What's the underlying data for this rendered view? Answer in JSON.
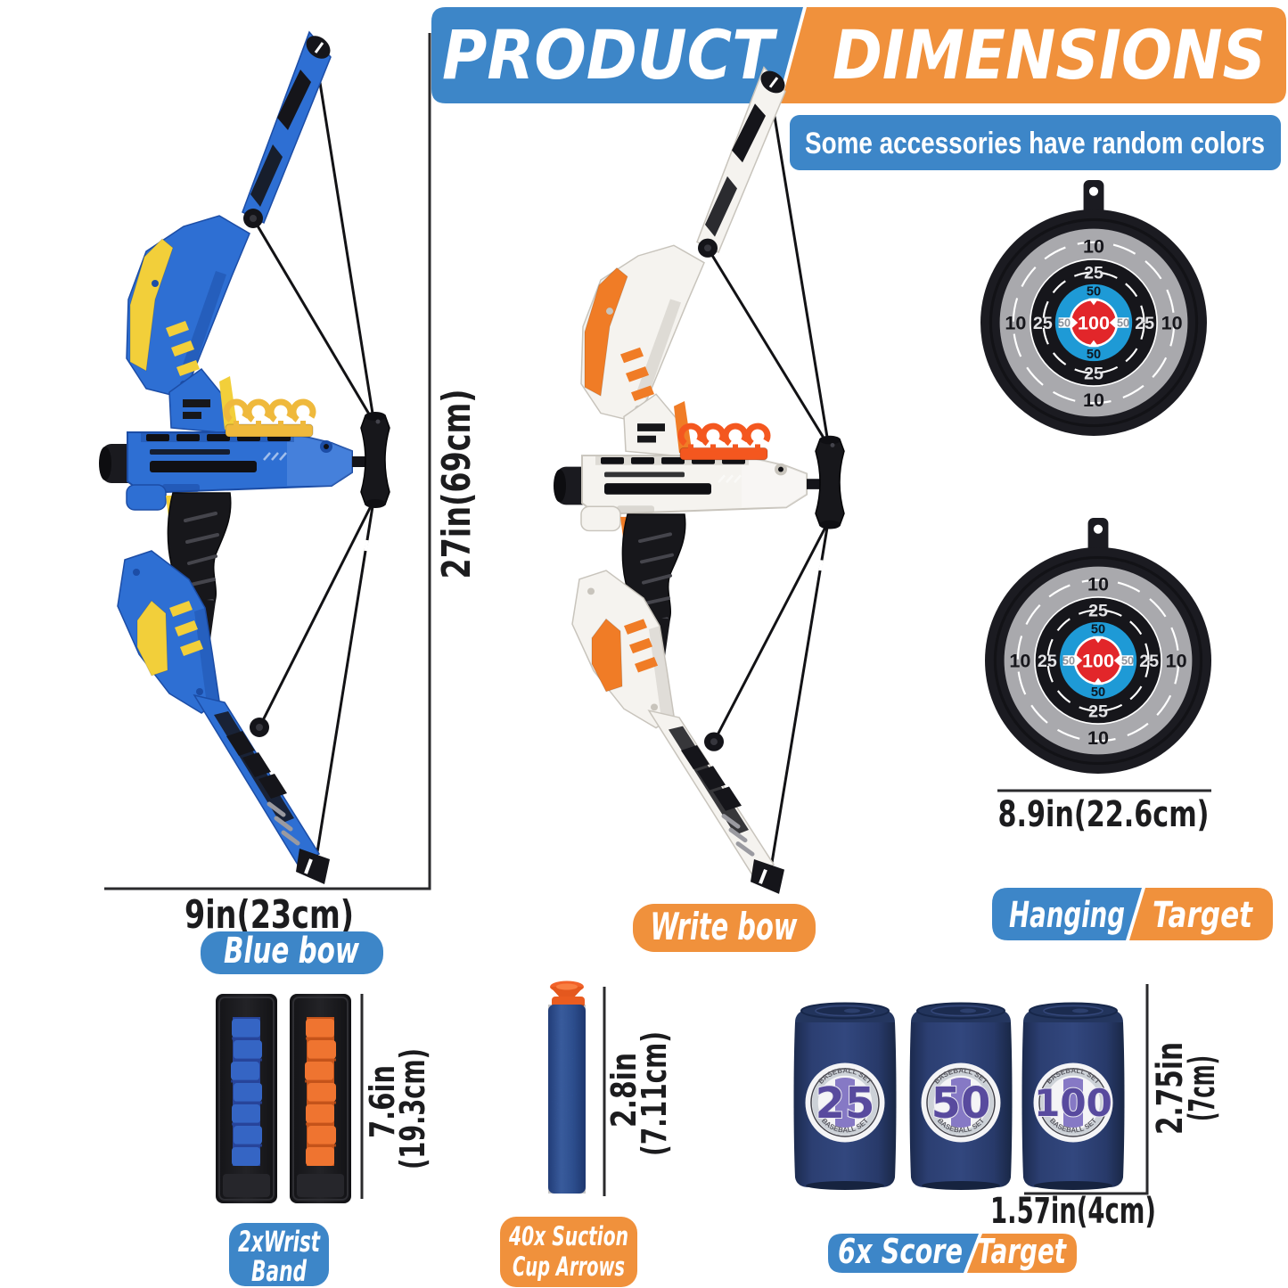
{
  "colors": {
    "brand_blue": "#3d86c8",
    "brand_orange": "#f0913c",
    "ink": "#222222",
    "bow_blue": "#2e6fd3",
    "bow_blue_dark": "#1c4da6",
    "bow_yellow": "#f2cf3a",
    "bow_white": "#f5f3ef",
    "bow_orange": "#f07c26",
    "target_gray": "#a9a9ad",
    "target_black": "#17171c",
    "target_blue": "#1e9ad6",
    "target_red": "#e2262a",
    "can_navy": "#2b3c6b",
    "can_number": "#584a9e",
    "dart_blue": "#3b66b8",
    "dart_cup_orange": "#f2622a",
    "ribbon_blue": "#3565c4",
    "ribbon_orange": "#ef7430"
  },
  "header": {
    "title_left": "PRODUCT",
    "title_right": "DIMENSIONS",
    "note": "Some accessories have random colors"
  },
  "blue_bow": {
    "label": "Blue bow",
    "height_dim": "27in(69cm)",
    "width_dim": "9in(23cm)"
  },
  "white_bow": {
    "label": "Write bow"
  },
  "hanging_target": {
    "label_left": "Hanging",
    "label_right": "Target",
    "diameter_dim": "8.9in(22.6cm)",
    "ring_outer_value": "10",
    "ring_mid_value": "25",
    "ring_inner_value": "50",
    "bullseye_value": "100"
  },
  "wrist_band": {
    "label_line1": "2xWrist",
    "label_line2": "Band",
    "length_dim_line1": "7.6in",
    "length_dim_line2": "(19.3cm)"
  },
  "suction_arrows": {
    "label_line1": "40x  Suction",
    "label_line2": "Cup Arrows",
    "length_dim_line1": "2.8in",
    "length_dim_line2": "(7.11cm)"
  },
  "score_target": {
    "label_left": "6x Score",
    "label_right": "Target",
    "height_dim_line1": "2.75in",
    "height_dim_line2": "(7cm)",
    "width_dim": "1.57in(4cm)",
    "can_values": [
      "25",
      "50",
      "100"
    ],
    "can_arc_text": "BASEBALL SET"
  }
}
